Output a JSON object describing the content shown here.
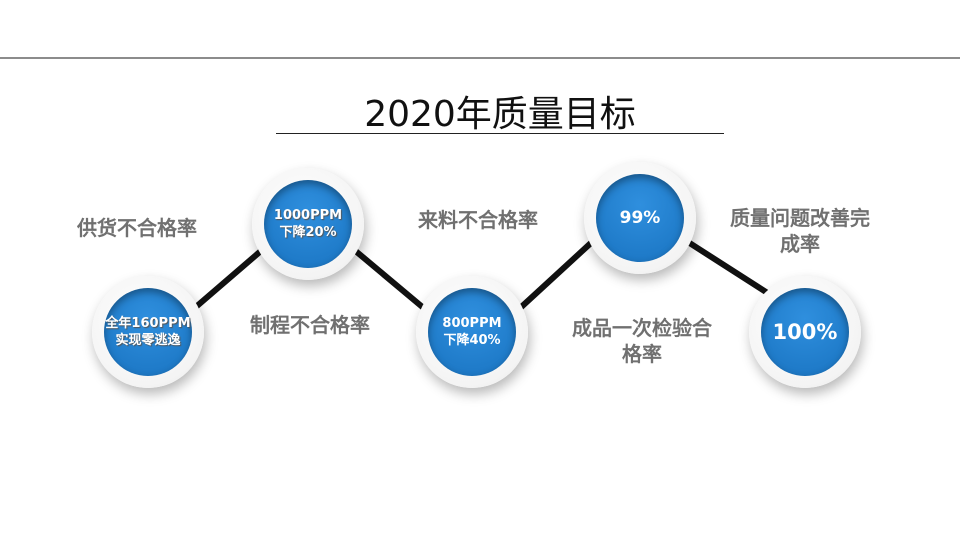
{
  "title": "2020年质量目标",
  "colors": {
    "circle_fill": "#1f7bc9",
    "label_text": "#707070",
    "connector": "#111111"
  },
  "nodes": [
    {
      "line1": "全年160PPM",
      "line2": "实现零逃逸",
      "label": "供货不合格率"
    },
    {
      "line1": "1000PPM",
      "line2": "下降20%",
      "label": "制程不合格率"
    },
    {
      "line1": "800PPM",
      "line2": "下降40%",
      "label": "来料不合格率"
    },
    {
      "line1": "99%",
      "label_line1": "成品一次检验合",
      "label_line2": "格率"
    },
    {
      "line1": "100%",
      "label_line1": "质量问题改善完",
      "label_line2": "成率"
    }
  ]
}
